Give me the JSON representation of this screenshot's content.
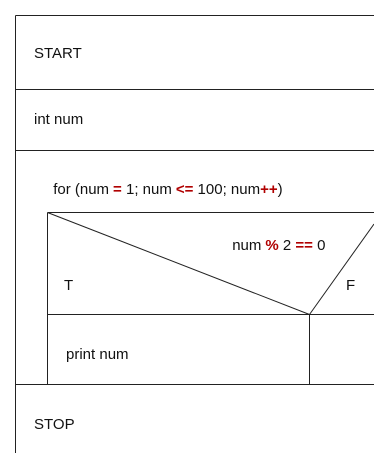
{
  "diagram": {
    "type": "nassi-shneiderman",
    "start_label": "START",
    "declaration": "int num",
    "loop": {
      "keyword": "for (",
      "var_1": "num",
      "op_assign": "=",
      "init_value": " 1; ",
      "var_2": "num",
      "op_compare": "<=",
      "limit_value": " 100; ",
      "var_3": "num",
      "op_increment": "++",
      "close": ")"
    },
    "condition": {
      "left": "num",
      "op_modulo": "%",
      "middle": " 2 ",
      "op_equals": "==",
      "right": " 0",
      "true_label": "T",
      "false_label": "F"
    },
    "true_branch": "print num",
    "false_branch": "",
    "stop_label": "STOP",
    "colors": {
      "border": "#222222",
      "text": "#111111",
      "operator": "#b00000",
      "background": "#ffffff"
    }
  }
}
